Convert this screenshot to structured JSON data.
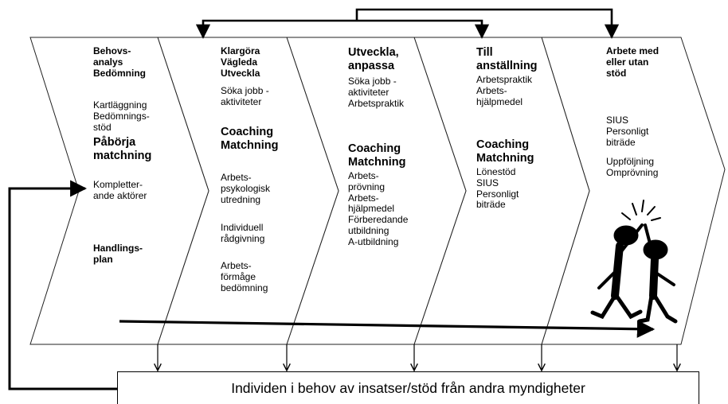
{
  "chevrons": [
    {
      "id": "1",
      "heading": "Behovs-\nanalys\nBedömning",
      "items": [
        "Kartläggning\nBedömnings-\nstöd"
      ],
      "emphasis": "Påbörja\nmatchning",
      "items2": [
        "Kompletter-\nande aktörer"
      ],
      "footer": "Handlings-\nplan"
    },
    {
      "id": "2",
      "heading": "Klargöra\nVägleda\nUtveckla",
      "subitems": "Söka jobb -\naktiviteter",
      "emphasis": "Coaching\nMatchning",
      "items": [
        "Arbets-\npsykologisk\nutredning",
        "Individuell\nrådgivning",
        "Arbets-\nförmåge\nbedömning"
      ]
    },
    {
      "id": "3",
      "heading": "Utveckla,\nanpassa",
      "subitems": "Söka jobb -\naktiviteter\nArbetspraktik",
      "emphasis": "Coaching\nMatchning",
      "items": [
        "Arbets-\nprövning\nArbets-\nhjälpmedel\nFörberedande\nutbildning\nA-utbildning"
      ]
    },
    {
      "id": "4",
      "heading": "Till\nanställning",
      "subitems": "Arbetspraktik\nArbets-\nhjälpmedel",
      "emphasis": "Coaching\nMatchning",
      "items": [
        "Lönestöd\nSIUS\nPersonligt\nbiträde"
      ]
    },
    {
      "id": "5",
      "heading": "Arbete med\neller utan\nstöd",
      "items": [
        "SIUS\nPersonligt\nbiträde",
        "Uppföljning\nOmprövning"
      ]
    }
  ],
  "bottom_box": {
    "text": "Individen i behov av insatser/stöd från andra myndigheter"
  },
  "illustration": {
    "icon": "celebrating-people-icon"
  }
}
